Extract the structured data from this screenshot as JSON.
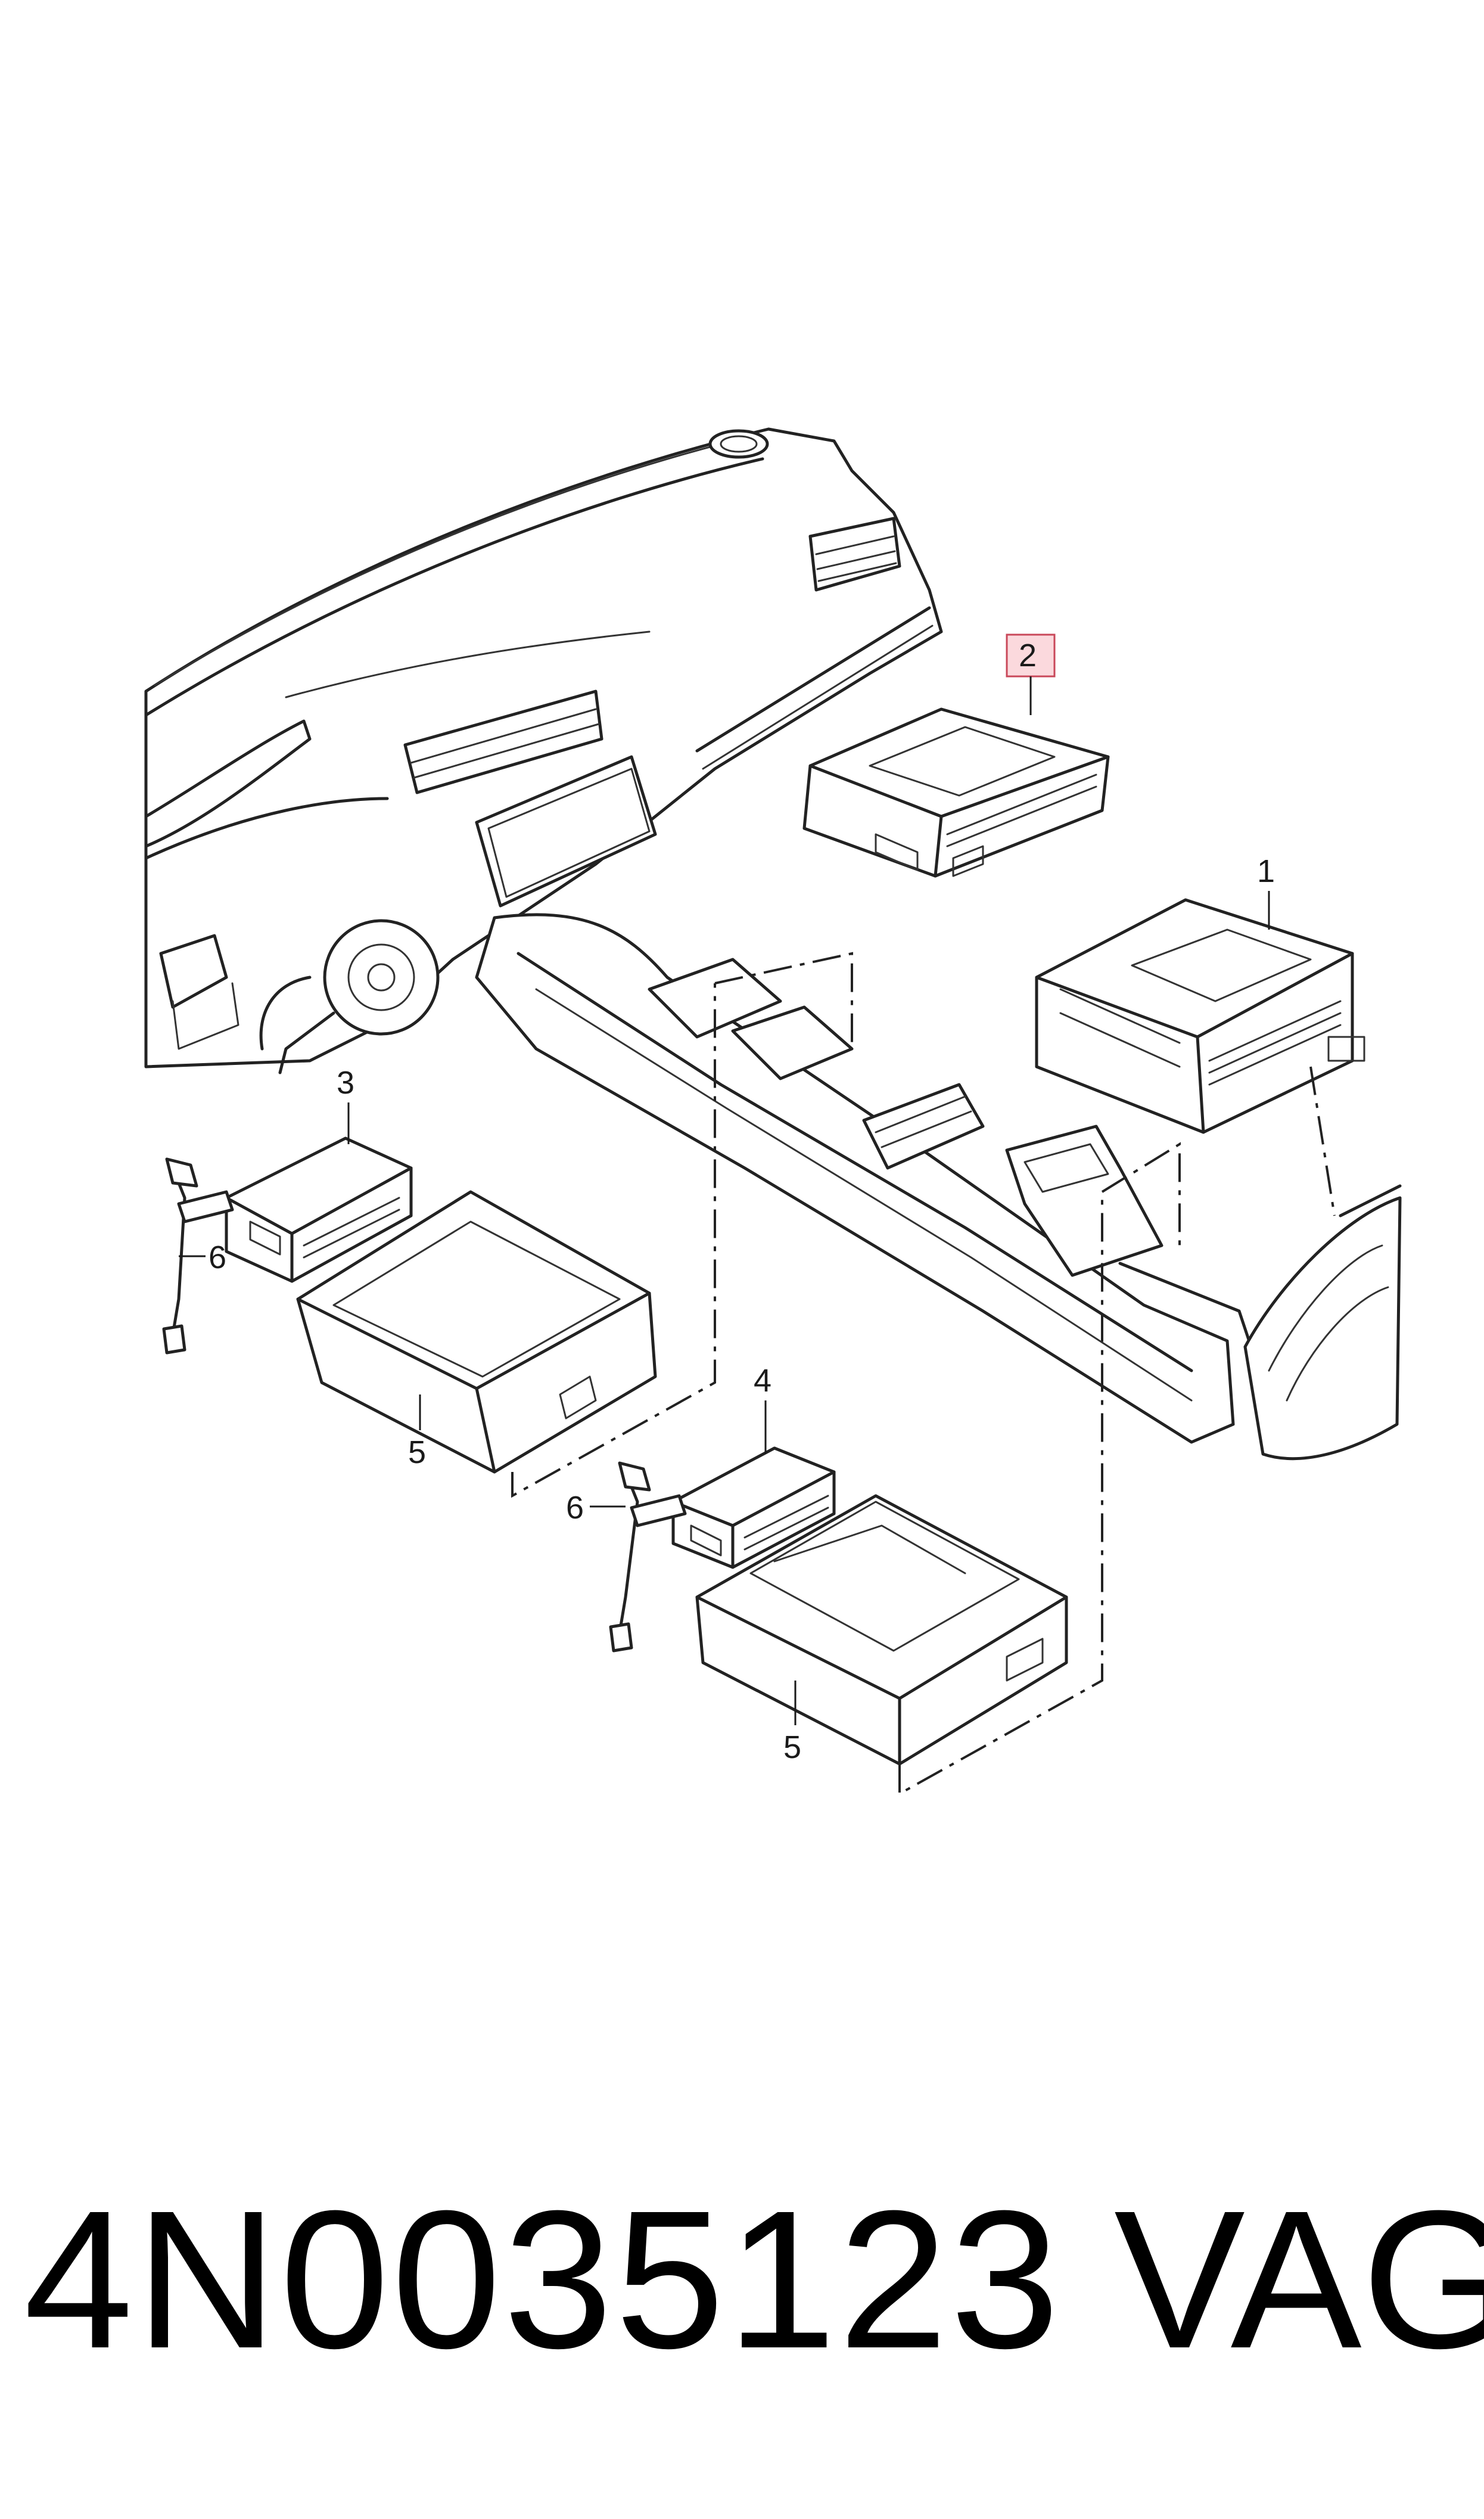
{
  "callouts": {
    "c1": "1",
    "c2": "2",
    "c3": "3",
    "c4": "4",
    "c5a": "5",
    "c5b": "5",
    "c6a": "6",
    "c6b": "6"
  },
  "footer": {
    "part_number": "4N0035123",
    "brand": "VAG"
  },
  "colors": {
    "highlight_fill": "#fbd9dd",
    "highlight_stroke": "#c9485a",
    "line": "#222222"
  }
}
